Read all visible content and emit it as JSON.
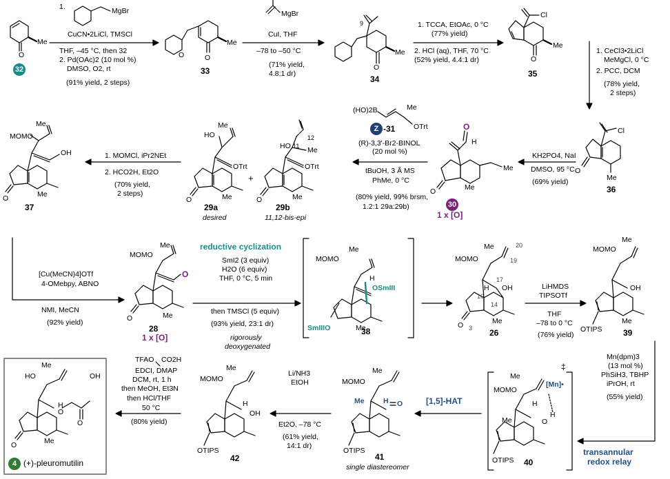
{
  "colors": {
    "teal": "#1a8a8a",
    "purple": "#7a1f7a",
    "blue": "#1f4f8a",
    "green": "#2e7d32",
    "navy": "#1f3f6f",
    "frame": "#888888"
  },
  "compounds": {
    "c32": "32",
    "c33": "33",
    "c34": "34",
    "c35": "35",
    "c36": "36",
    "c30": "30",
    "c30_note": "1 x [O]",
    "c29a": "29a",
    "c29a_note": "desired",
    "c29b": "29b",
    "c29b_note": "11,12-bis-epi",
    "c37": "37",
    "c28": "28",
    "c28_note": "1 x [O]",
    "c38": "38",
    "c26": "26",
    "c39": "39",
    "c40": "40",
    "c41": "41",
    "c41_note": "single diastereomer",
    "c42": "42",
    "c4": "4",
    "c4_name": "(+)-pleuromutilin",
    "plus": "+",
    "z31_badge": "Z",
    "z31": "-31"
  },
  "steps": {
    "s1": [
      "1.",
      "CuCN•2LiCl, TMSCl",
      "THF, –45 °C, then 32",
      "2. Pd(OAc)2 (10 mol %)",
      "DMSO, O2, rt",
      "(91% yield, 2 steps)"
    ],
    "s1_grignard": "MgBr",
    "s2": [
      "CuI, THF",
      "–78 to –50 °C",
      "(71% yield,",
      "4.8:1 dr)"
    ],
    "s2_grignard": "MgBr",
    "s3": [
      "1. TCCA, EtOAc, 0 °C",
      "(77% yield)",
      "2. HCl (aq), THF, 70 °C",
      "(52% yield, 4.4:1 dr)"
    ],
    "s4": [
      "1. CeCl3•2LiCl",
      "MeMgCl, 0 °C",
      "2. PCC, DCM",
      "(78% yield,",
      "2 steps)"
    ],
    "s5": [
      "KH2PO4, NaI",
      "DMSO, 95 °C",
      "(69% yield)"
    ],
    "s6": [
      "(R)-3,3'-Br2-BINOL",
      "(20 mol %)",
      "tBuOH, 3 Å MS",
      "PhMe, 0 °C",
      "(80% yield, 99% brsm,",
      "1.2:1 29a:29b)"
    ],
    "s6_boronate": "(HO)2B",
    "s6_me": "Me",
    "s6_otrt": "OTrt",
    "s7": [
      "1. MOMCl, iPr2NEt",
      "2. HCO2H, Et2O",
      "(70% yield,",
      "2 steps)"
    ],
    "s8": [
      "[Cu(MeCN)4]OTf",
      "4-OMebpy, ABNO",
      "NMI, MeCN",
      "(92% yield)"
    ],
    "s9_title": "reductive cyclization",
    "s9": [
      "SmI2 (3 equiv)",
      "H2O (6 equiv)",
      "THF, 0 °C, 5 min",
      "then TMSCl (5 equiv)",
      "(93% yield, 23:1 dr)",
      "rigorously",
      "deoxygenated"
    ],
    "s10": [
      "LiHMDS",
      "TIPSOTf",
      "THF",
      "–78 to 0 °C",
      "(76% yield)"
    ],
    "s11": [
      "Mn(dpm)3",
      "(13 mol %)",
      "PhSiH3, TBHP",
      "iPrOH, rt",
      "(55% yield)"
    ],
    "s11_note": [
      "transannular",
      "redox relay"
    ],
    "s12_title": "[1,5]-HAT",
    "s13": [
      "Li/NH3",
      "EtOH",
      "Et2O, –78 °C",
      "(61% yield,",
      "14:1 dr)"
    ],
    "s14": [
      "TFAO",
      "CO2H",
      "EDCI, DMAP",
      "DCM, rt, 1 h",
      "then MeOH, Et3N",
      "then HCl/THF",
      "50 °C",
      "(80% yield)"
    ]
  },
  "atoms": {
    "me": "Me",
    "o": "O",
    "cl": "Cl",
    "oh": "OH",
    "ho": "HO",
    "otrt": "OTrt",
    "mom": "MOMO",
    "h": "H",
    "otips": "OTIPS",
    "osm": "OSmIII",
    "smo": "SmIIIO",
    "mn": "[Mn]•",
    "dagger": "‡",
    "n9": "9",
    "n11": "11",
    "n12": "12",
    "n10": "10",
    "n14": "14",
    "n17": "17",
    "n19": "19",
    "n20": "20",
    "n3": "3"
  }
}
